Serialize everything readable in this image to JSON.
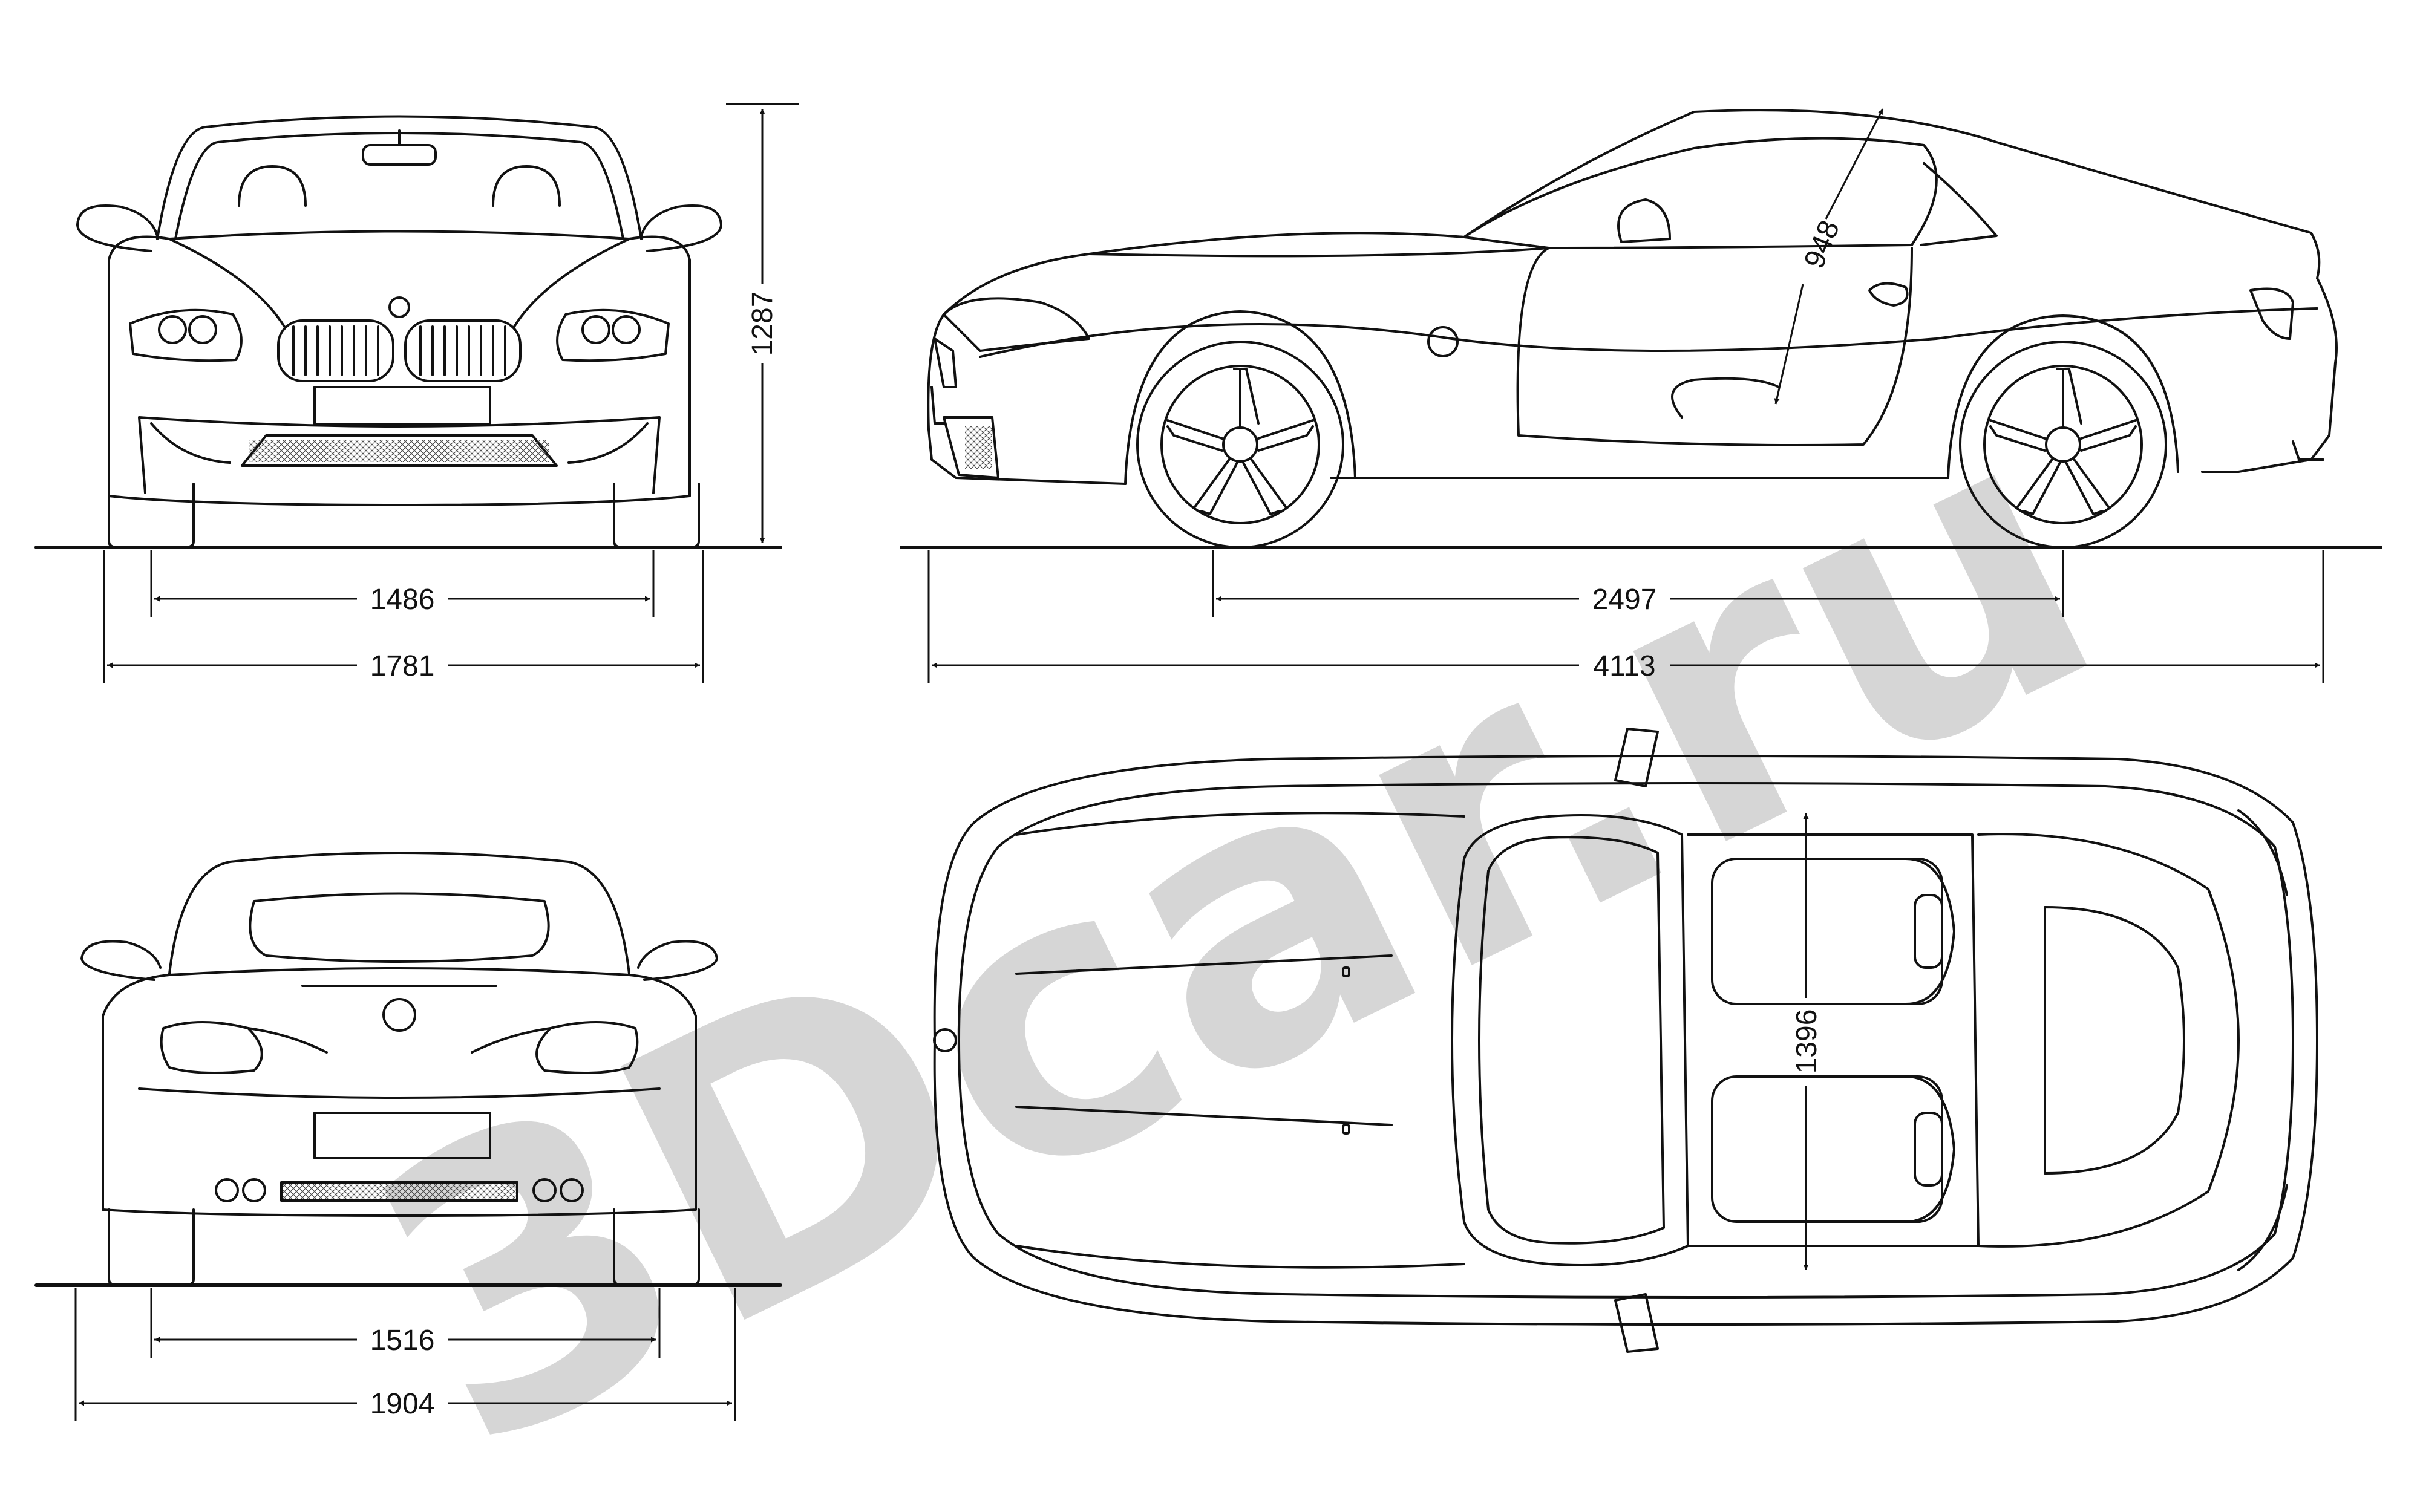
{
  "watermark": {
    "text": "3Dcar.ru",
    "color": "#d6d6d6"
  },
  "colors": {
    "line": "#111111",
    "background": "#ffffff"
  },
  "dimensions": {
    "front_track": "1486",
    "front_width": "1781",
    "height": "1287",
    "wheelbase": "2497",
    "length": "4113",
    "door_opening": "948",
    "rear_track": "1516",
    "rear_width": "1904",
    "top_width": "1396"
  },
  "views": [
    "front-view",
    "side-view",
    "rear-view",
    "top-view"
  ]
}
